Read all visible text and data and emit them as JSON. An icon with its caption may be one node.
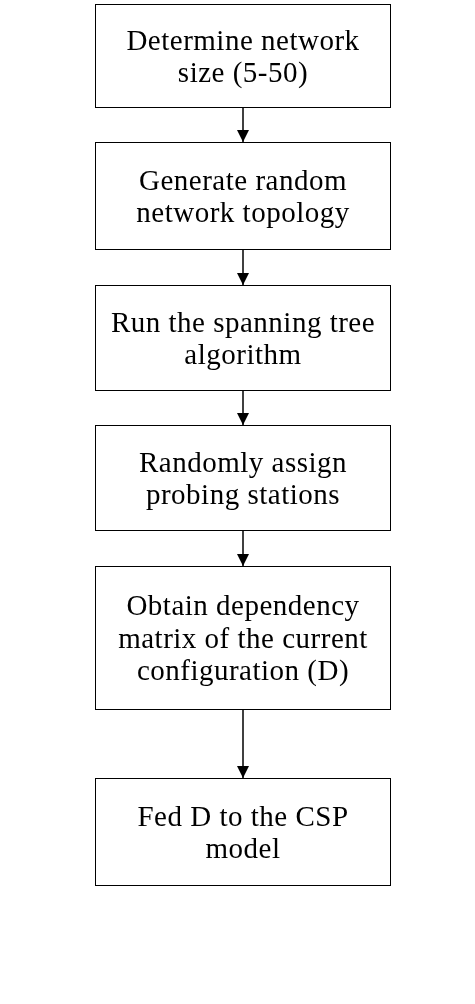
{
  "diagram": {
    "nodes": [
      {
        "text": [
          "Determine network size (5-50)"
        ]
      },
      {
        "text": [
          "Generate random network topology"
        ]
      },
      {
        "text": [
          "Run the spanning tree algorithm"
        ]
      },
      {
        "text": [
          "Randomly assign probing stations"
        ]
      },
      {
        "text": [
          "Obtain dependency matrix of the current configuration (D)"
        ]
      },
      {
        "text": [
          "Fed D to the CSP model"
        ]
      }
    ],
    "edges": [
      {
        "from": 0,
        "to": 1,
        "arrow": "to"
      },
      {
        "from": 1,
        "to": 2,
        "arrow": "to"
      },
      {
        "from": 2,
        "to": 3,
        "arrow": "to"
      },
      {
        "from": 3,
        "to": 4,
        "arrow": "to"
      },
      {
        "from": 4,
        "to": 5,
        "arrow": "to"
      }
    ]
  }
}
